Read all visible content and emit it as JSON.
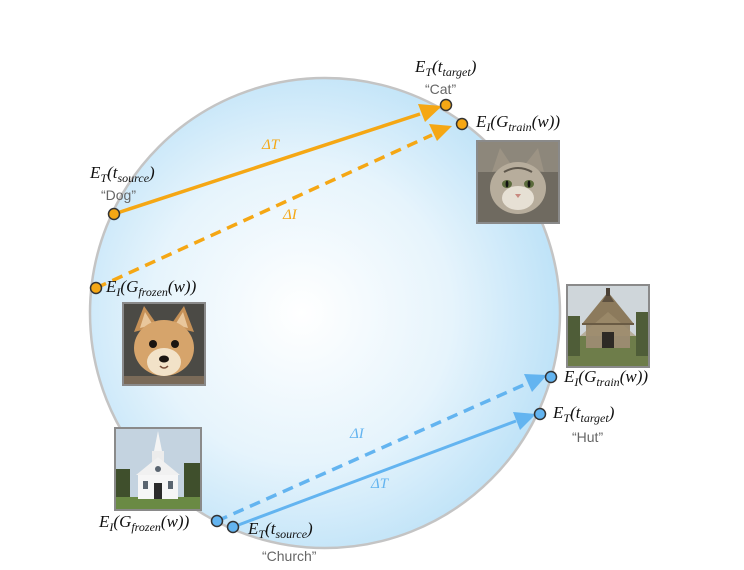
{
  "colors": {
    "orange": "#f5a714",
    "blue": "#63b4f0",
    "circle_fill_center": "#ffffff",
    "circle_fill_edge": "#bfe3f8",
    "circle_stroke": "#bdbdbd",
    "label": "#111111",
    "quote": "#666666"
  },
  "top": {
    "target": {
      "E": "E",
      "sub": "T",
      "arg": "t",
      "argsub": "target",
      "quote": "“Cat”"
    },
    "source": {
      "E": "E",
      "sub": "T",
      "arg": "t",
      "argsub": "source",
      "quote": "“Dog”"
    },
    "train": {
      "E": "E",
      "sub": "I",
      "arg": "G",
      "argsub": "train",
      "w": "(w))"
    },
    "frozen": {
      "E": "E",
      "sub": "I",
      "arg": "G",
      "argsub": "frozen",
      "w": "(w))"
    },
    "delta_t": "ΔT",
    "delta_i": "ΔI",
    "delta_t_color": "#f5a714",
    "delta_i_color": "#f5a714"
  },
  "bottom": {
    "train": {
      "E": "E",
      "sub": "I",
      "arg": "G",
      "argsub": "train",
      "w": "(w))"
    },
    "target": {
      "E": "E",
      "sub": "T",
      "arg": "t",
      "argsub": "target",
      "quote": "“Hut”"
    },
    "frozen": {
      "E": "E",
      "sub": "I",
      "arg": "G",
      "argsub": "frozen",
      "w": "(w))"
    },
    "source": {
      "E": "E",
      "sub": "T",
      "arg": "t",
      "argsub": "source",
      "quote": "“Church”"
    },
    "delta_i": "ΔI",
    "delta_t": "ΔT"
  },
  "images": {
    "cat": "cat-photo",
    "dog": "dog-photo",
    "hut": "hut-photo",
    "church": "church-photo"
  }
}
